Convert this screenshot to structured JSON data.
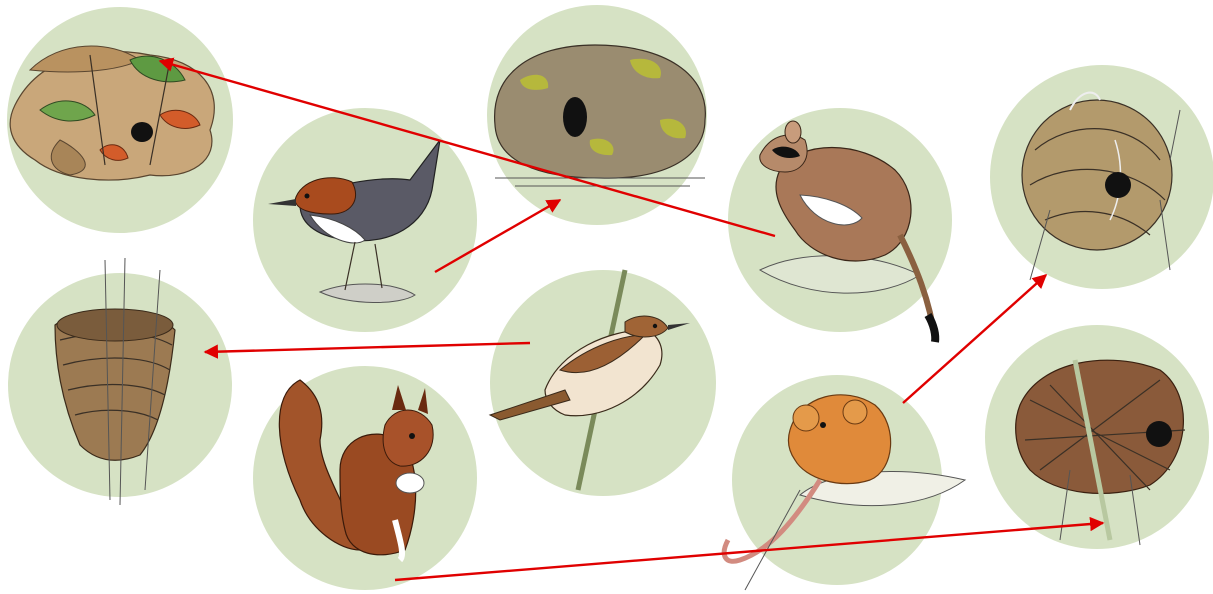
{
  "diagram": {
    "type": "matching",
    "colors": {
      "background": "#ffffff",
      "circle": "#d6e2c4",
      "arrow": "#e00000"
    },
    "animals": [
      {
        "id": "dipper",
        "icon": "dipper-bird-icon"
      },
      {
        "id": "garden-dormouse",
        "icon": "garden-dormouse-icon"
      },
      {
        "id": "reed-warbler",
        "icon": "reed-warbler-bird-icon"
      },
      {
        "id": "red-squirrel",
        "icon": "red-squirrel-icon"
      },
      {
        "id": "hazel-dormouse",
        "icon": "hazel-dormouse-icon"
      }
    ],
    "nests": [
      {
        "id": "leaf-nest",
        "icon": "leaf-nest-icon"
      },
      {
        "id": "moss-dome-nest",
        "icon": "moss-dome-nest-icon"
      },
      {
        "id": "round-grass-nest",
        "icon": "round-grass-nest-icon"
      },
      {
        "id": "woven-cup-nest",
        "icon": "woven-cup-nest-icon"
      },
      {
        "id": "twig-drey-nest",
        "icon": "twig-drey-nest-icon"
      }
    ],
    "connections": [
      {
        "from": "dipper",
        "to": "moss-dome-nest"
      },
      {
        "from": "garden-dormouse",
        "to": "leaf-nest"
      },
      {
        "from": "reed-warbler",
        "to": "woven-cup-nest"
      },
      {
        "from": "red-squirrel",
        "to": "twig-drey-nest"
      },
      {
        "from": "hazel-dormouse",
        "to": "round-grass-nest"
      }
    ]
  }
}
